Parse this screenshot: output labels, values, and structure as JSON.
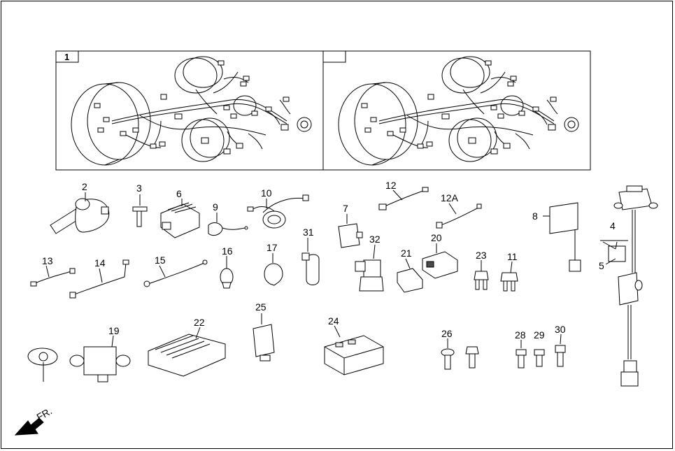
{
  "harness_panels": [
    {
      "label": "1"
    },
    {
      "label": ""
    }
  ],
  "callouts": {
    "p2": "2",
    "p3": "3",
    "p6": "6",
    "p9": "9",
    "p10": "10",
    "p7": "7",
    "p12": "12",
    "p12a": "12A",
    "p8": "8",
    "p4": "4",
    "p5": "5",
    "p31": "31",
    "p32": "32",
    "p20": "20",
    "p21": "21",
    "p23": "23",
    "p11": "11",
    "p13": "13",
    "p14": "14",
    "p15": "15",
    "p16": "16",
    "p17": "17",
    "p19": "19",
    "p22": "22",
    "p25": "25",
    "p24": "24",
    "p26": "26",
    "p28": "28",
    "p29": "29",
    "p30": "30"
  },
  "orientation": {
    "label": "FR.",
    "icon": "front-arrow-icon"
  }
}
